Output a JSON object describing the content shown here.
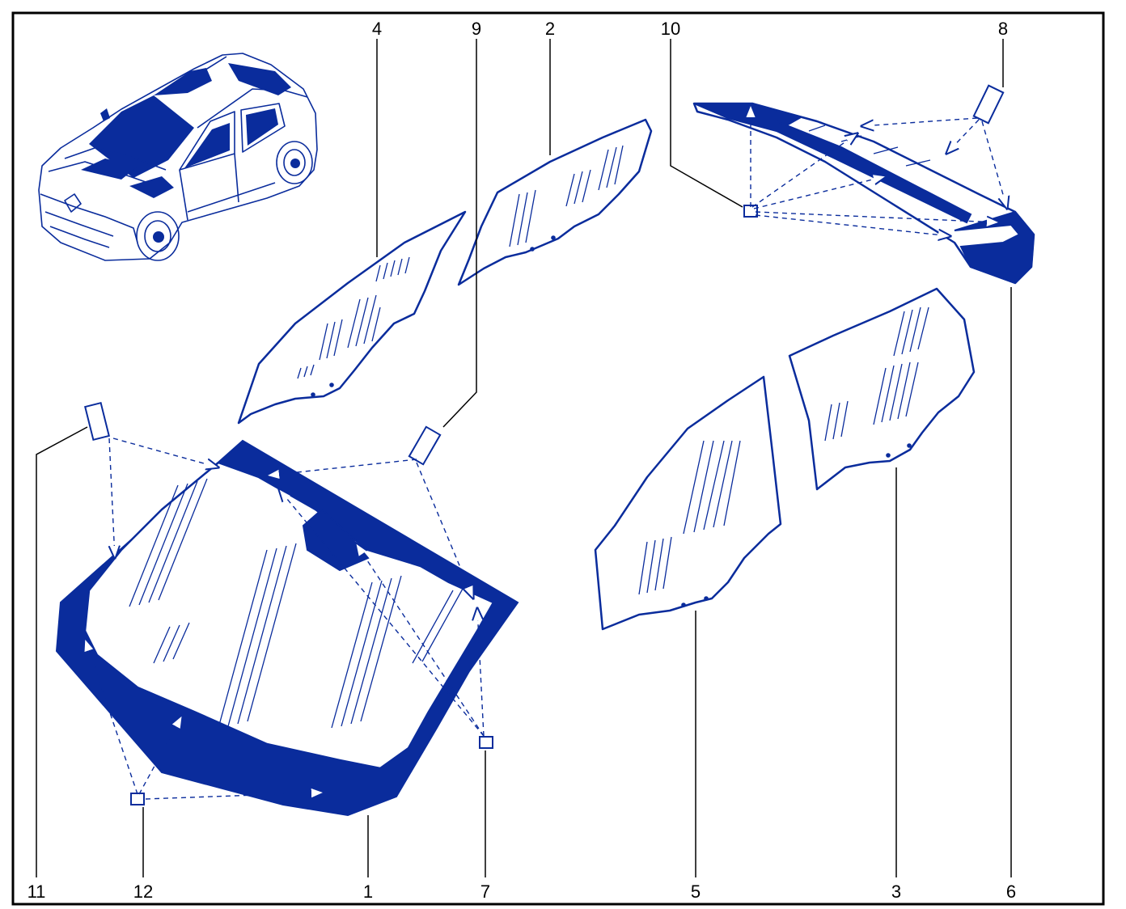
{
  "diagram": {
    "callouts": {
      "c1": "1",
      "c2": "2",
      "c3": "3",
      "c4": "4",
      "c5": "5",
      "c6": "6",
      "c7": "7",
      "c8": "8",
      "c9": "9",
      "c10": "10",
      "c11": "11",
      "c12": "12"
    },
    "colors": {
      "glass_outline": "#0a2c9c",
      "leader_lines": "#000000",
      "frame": "#000000"
    }
  }
}
